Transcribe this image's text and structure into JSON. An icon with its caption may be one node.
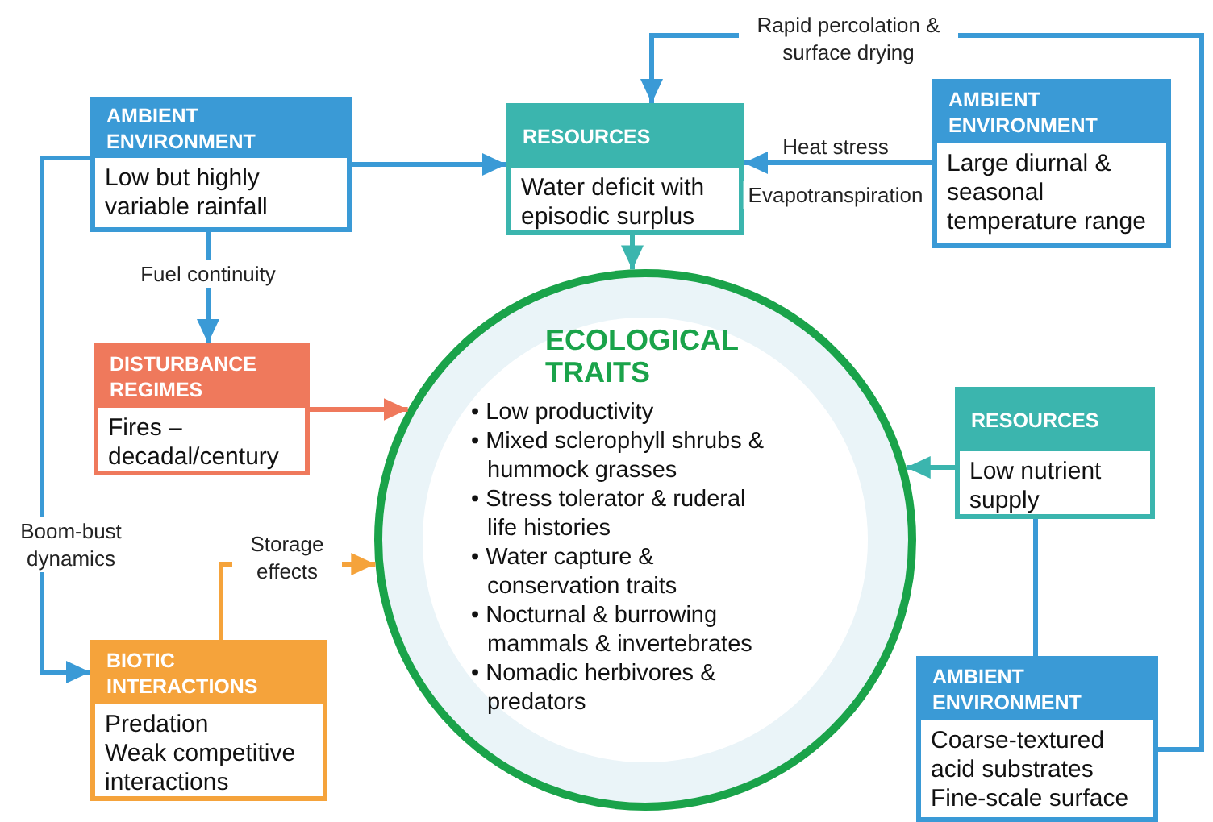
{
  "diagram": {
    "nodes": [
      {
        "text": [
          "AMBIENT ENVIRONMENT",
          "Low but highly variable rainfall"
        ]
      },
      {
        "text": [
          "RESOURCES",
          "Water deficit with episodic surplus"
        ]
      },
      {
        "text": [
          "AMBIENT ENVIRONMENT",
          "Large diurnal & seasonal temperature range"
        ]
      },
      {
        "text": [
          "DISTURBANCE REGIMES",
          "Fires – decadal/century"
        ]
      },
      {
        "text": [
          "ECOLOGICAL TRAITS",
          "• Low productivity",
          "• Mixed sclerophyll shrubs & hummock grasses",
          "• Stress tolerator & ruderal life histories",
          "• Water capture & conservation traits",
          "• Nocturnal & burrowing mammals & invertebrates",
          "• Nomadic herbivores & predators"
        ]
      },
      {
        "text": [
          "RESOURCES",
          "Low nutrient supply"
        ]
      },
      {
        "text": [
          "BIOTIC INTERACTIONS",
          "Predation",
          "Weak competitive interactions"
        ]
      },
      {
        "text": [
          "AMBIENT ENVIRONMENT",
          "Coarse-textured acid substrates",
          "Fine-scale surface"
        ]
      }
    ],
    "edges": [
      {
        "from": 0,
        "to": 1,
        "arrow": "to"
      },
      {
        "from": 0,
        "to": 3,
        "arrow": "to",
        "label": "Fuel continuity"
      },
      {
        "from": 0,
        "to": 6,
        "arrow": "to",
        "label": "Boom-bust dynamics"
      },
      {
        "from": 2,
        "to": 1,
        "arrow": "to",
        "label": "Heat stress"
      },
      {
        "from": 7,
        "to": 1,
        "arrow": "to",
        "label": "Rapid percolation & surface drying"
      },
      {
        "from": 1,
        "to": 4,
        "arrow": "to",
        "color": "#3bb5ae"
      },
      {
        "from": 3,
        "to": 4,
        "arrow": "to",
        "color": "#ef795c"
      },
      {
        "from": 6,
        "to": 4,
        "arrow": "to",
        "label": "Storage effects",
        "color": "#f5a33b"
      },
      {
        "from": 5,
        "to": 4,
        "arrow": "to",
        "color": "#3bb5ae"
      },
      {
        "from": 7,
        "to": 5,
        "arrow": "to"
      }
    ],
    "labels": [
      "Evapotranspiration"
    ]
  }
}
